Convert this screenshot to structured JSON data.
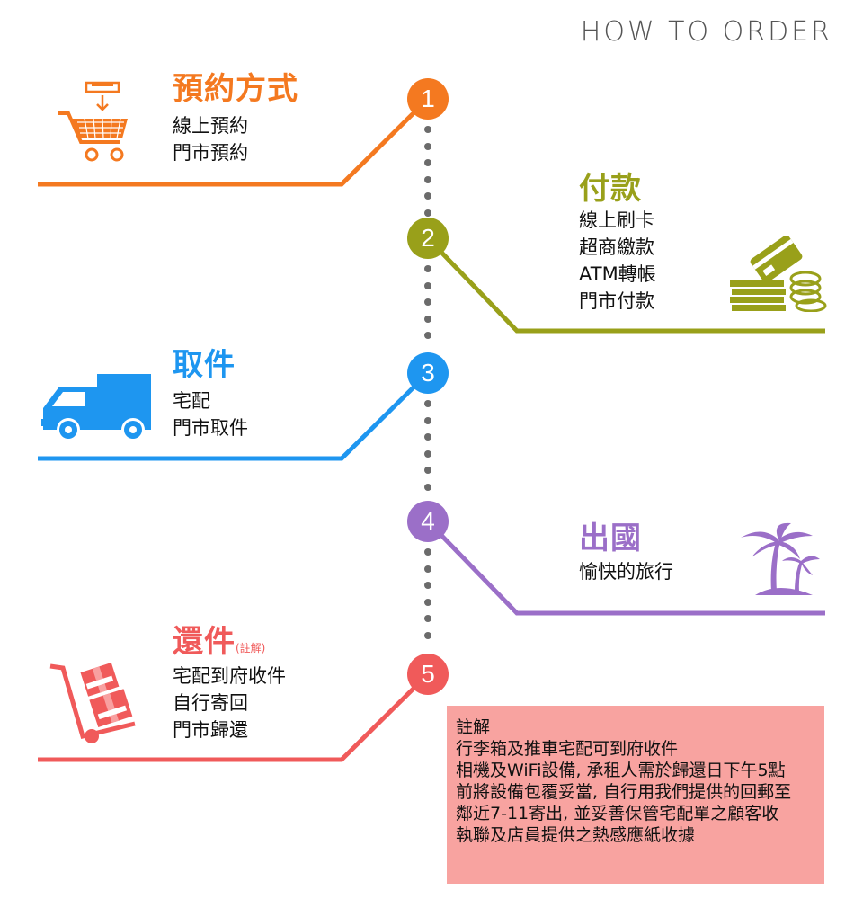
{
  "header": {
    "title": "HOW TO ORDER"
  },
  "steps": [
    {
      "number": "1",
      "title": "預約方式",
      "color": "#f47920",
      "lines": [
        "線上預約",
        "門市預約"
      ],
      "icon": "shopping-cart-icon"
    },
    {
      "number": "2",
      "title": "付款",
      "color": "#99a01a",
      "lines": [
        "線上刷卡",
        "超商繳款",
        "ATM轉帳",
        "門市付款"
      ],
      "icon": "money-credit-card-icon"
    },
    {
      "number": "3",
      "title": "取件",
      "color": "#1e96f0",
      "lines": [
        "宅配",
        "門市取件"
      ],
      "icon": "delivery-truck-icon"
    },
    {
      "number": "4",
      "title": "出國",
      "color": "#9b6fc8",
      "lines": [
        "愉快的旅行"
      ],
      "icon": "palm-tree-icon"
    },
    {
      "number": "5",
      "title": "還件",
      "title_note": "(註解)",
      "color": "#f05a5a",
      "lines": [
        "宅配到府收件",
        "自行寄回",
        "門市歸還"
      ],
      "icon": "hand-truck-boxes-icon"
    }
  ],
  "note": {
    "heading": "註解",
    "lines": [
      "行李箱及推車宅配可到府收件",
      "相機及WiFi設備, 承租人需於歸還日下午5點",
      "前將設備包覆妥當, 自行用我們提供的回郵至",
      "鄰近7-11寄出, 並妥善保管宅配單之顧客收",
      "執聯及店員提供之熱感應紙收據"
    ]
  }
}
